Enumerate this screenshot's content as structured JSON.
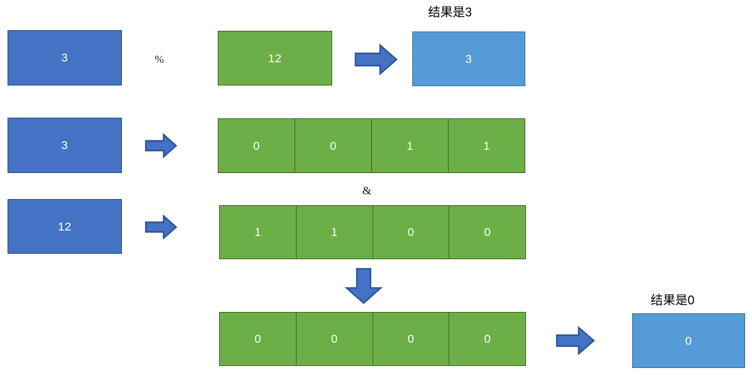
{
  "diagram": {
    "title_hidden": "",
    "colors": {
      "blue": "#4472C4",
      "green": "#6CAF46",
      "light_blue": "#549BD8",
      "arrow_fill": "#4472C4",
      "arrow_stroke": "#2F5597",
      "text_on_shape": "#FFFFFF",
      "label_text": "#000000"
    },
    "row1": {
      "operand_left": "3",
      "operator": "%",
      "operand_right": "12",
      "result_caption": "结果是3",
      "result_value": "3"
    },
    "row2": {
      "operand": "3",
      "bits": [
        "0",
        "0",
        "1",
        "1"
      ]
    },
    "row_operator": "&",
    "row3": {
      "operand": "12",
      "bits": [
        "1",
        "1",
        "0",
        "0"
      ]
    },
    "row4": {
      "bits": [
        "0",
        "0",
        "0",
        "0"
      ],
      "result_caption": "结果是0",
      "result_value": "0"
    },
    "icons": {
      "arrow_right": "arrow-right-icon",
      "arrow_down": "arrow-down-icon"
    }
  }
}
